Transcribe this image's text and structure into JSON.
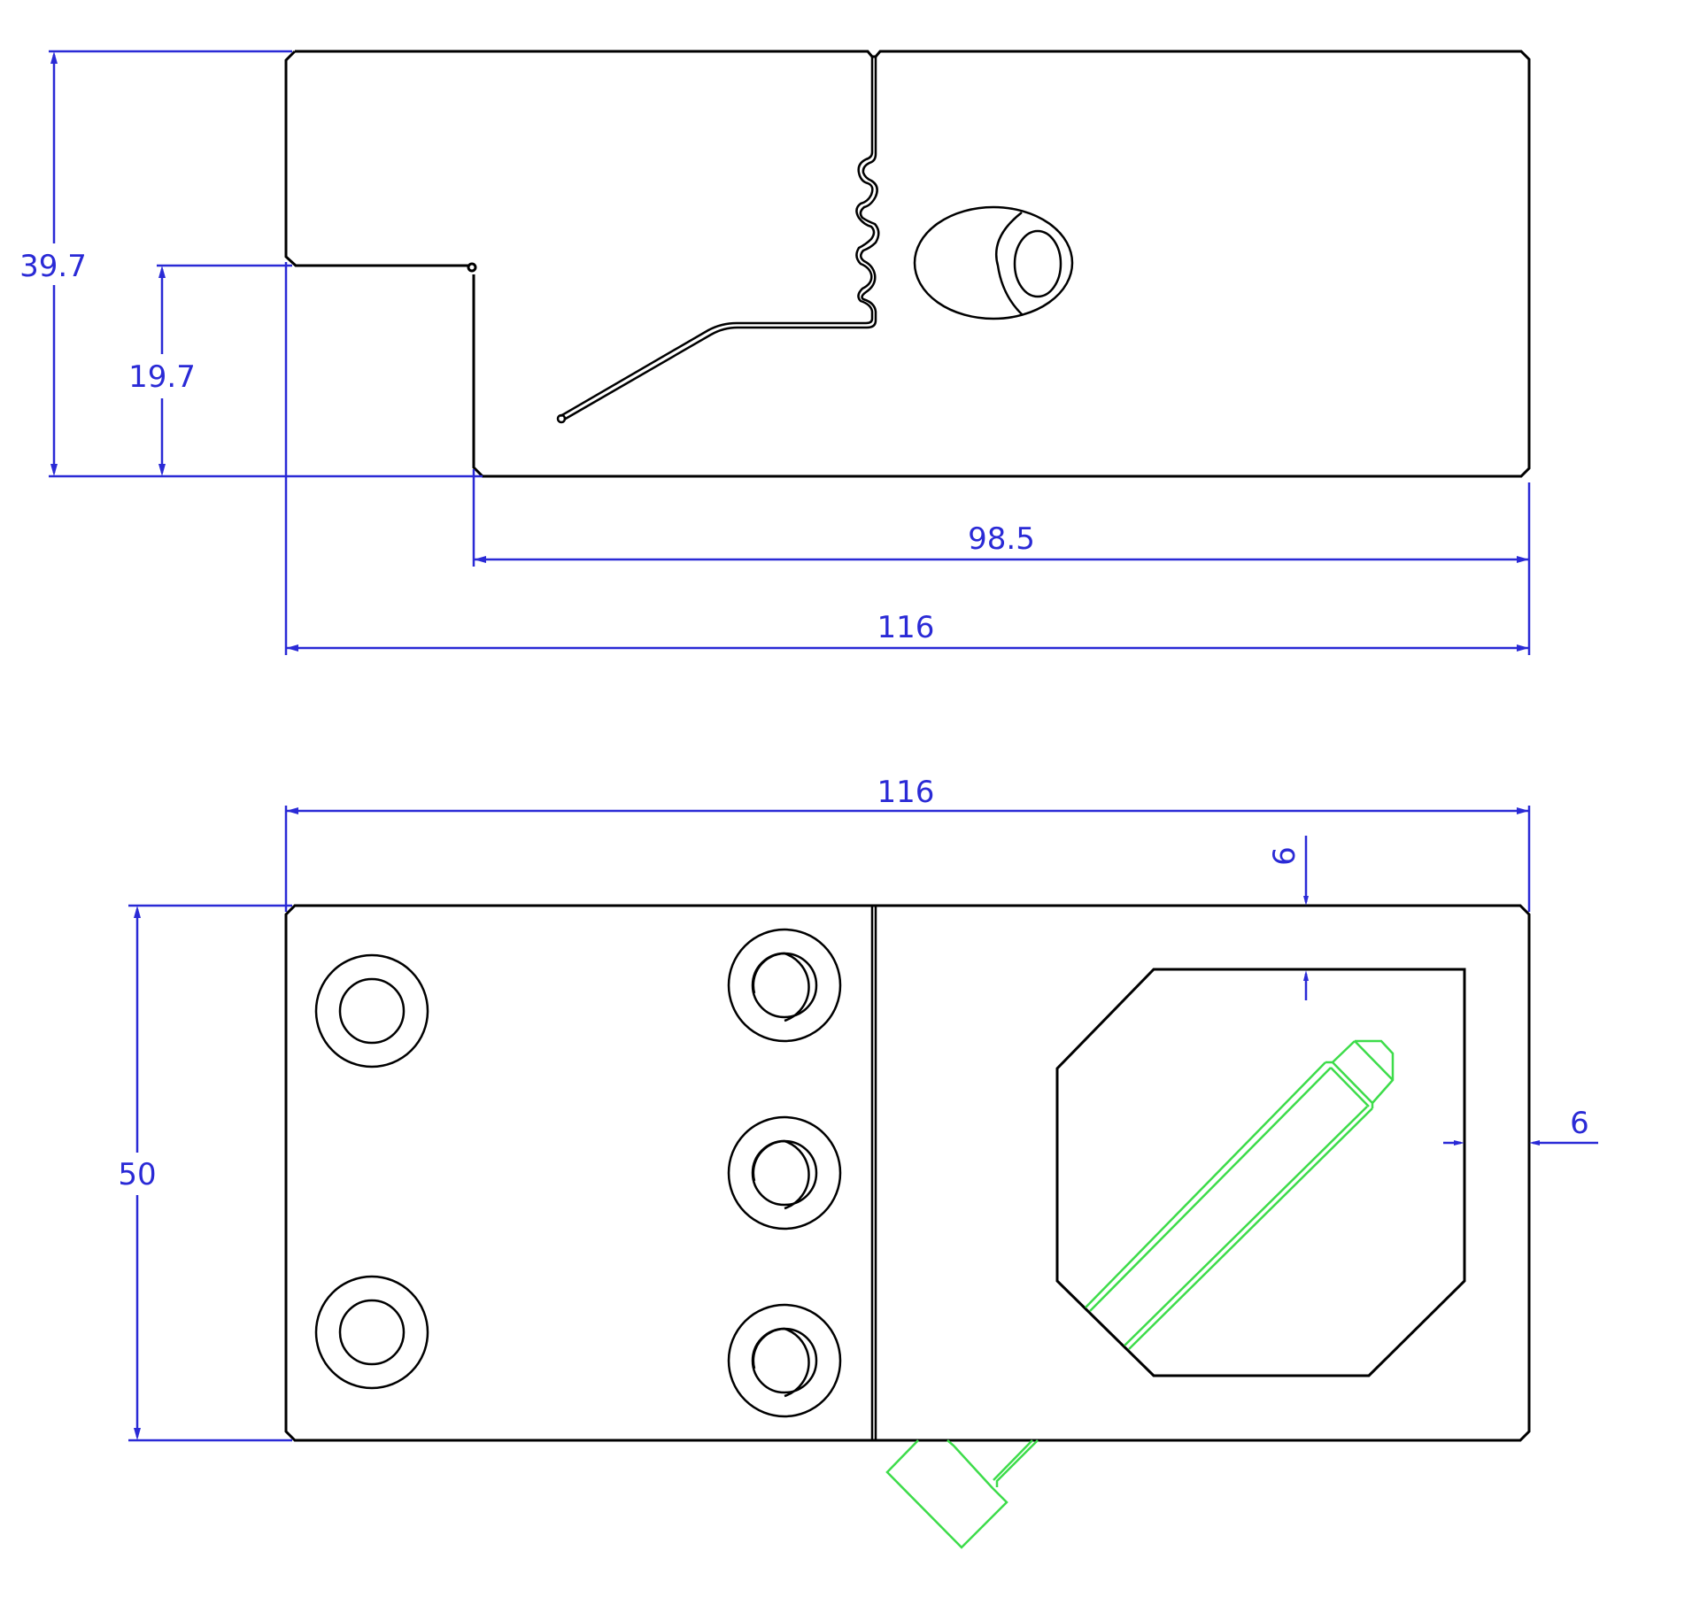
{
  "drawing": {
    "title": "Slide block with clip spring and set pin – two views",
    "colors": {
      "outline": "#000000",
      "dimension": "#2a2ad6",
      "hidden_pin": "#3ddc4a",
      "background": "#ffffff"
    },
    "front_view": {
      "dimensions": {
        "overall_height": "39.7",
        "step_height": "19.7",
        "step_length": "98.5",
        "overall_length": "116"
      }
    },
    "top_view": {
      "dimensions": {
        "overall_length": "116",
        "overall_width": "50",
        "pocket_offset_top": "6",
        "pocket_offset_right": "6"
      },
      "counterbored_holes": 2,
      "threaded_holes": 3
    }
  }
}
